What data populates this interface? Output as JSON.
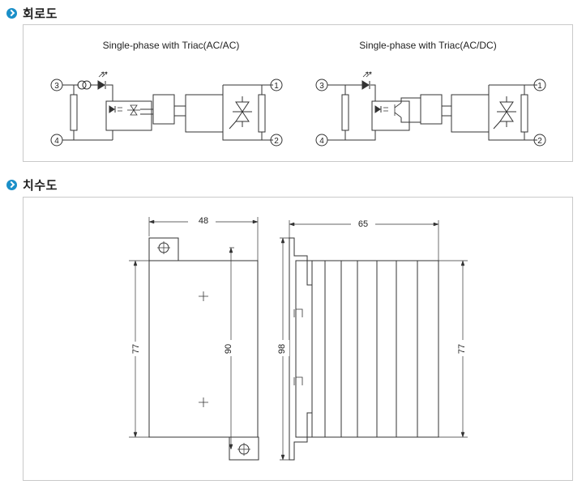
{
  "sections": [
    {
      "title": "회로도",
      "icon": "chevron-right-icon"
    },
    {
      "title": "치수도",
      "icon": "chevron-right-icon"
    }
  ],
  "circuit": {
    "left_title": "Single-phase with Triac(AC/AC)",
    "right_title": "Single-phase with Triac(AC/DC)",
    "terminals": [
      "1",
      "2",
      "3",
      "4"
    ]
  },
  "dimensions": {
    "front_width": "48",
    "front_height": "77",
    "mount_hole_pitch": "90",
    "side_width": "65",
    "side_rail_height": "98",
    "side_body_height": "77"
  },
  "accent_color": "#1a8fc8"
}
